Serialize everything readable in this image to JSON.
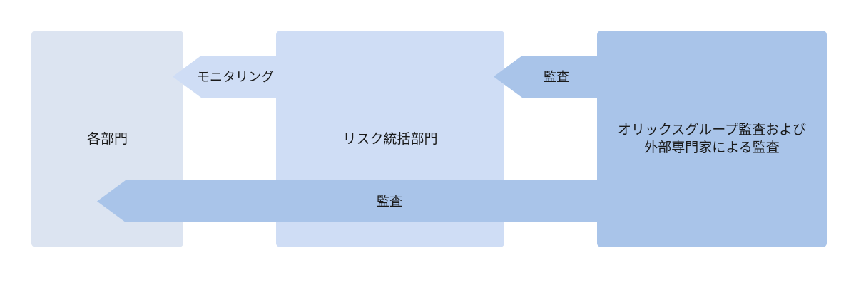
{
  "diagram": {
    "background": "#ffffff",
    "colors": {
      "box_light": "#dce4f1",
      "box_medium": "#cfddf5",
      "box_dark": "#a9c4e9",
      "text": "#1a1a1a"
    },
    "boxes": [
      {
        "id": "departments",
        "label": "各部門"
      },
      {
        "id": "risk-management",
        "label": "リスク統括部門"
      },
      {
        "id": "group-audit",
        "label_line1": "オリックスグループ監査および",
        "label_line2": "外部専門家による監査"
      }
    ],
    "arrows": [
      {
        "id": "monitoring",
        "label": "モニタリング",
        "direction": "left"
      },
      {
        "id": "audit-top",
        "label": "監査",
        "direction": "left"
      },
      {
        "id": "audit-bottom",
        "label": "監査",
        "direction": "left"
      }
    ]
  }
}
